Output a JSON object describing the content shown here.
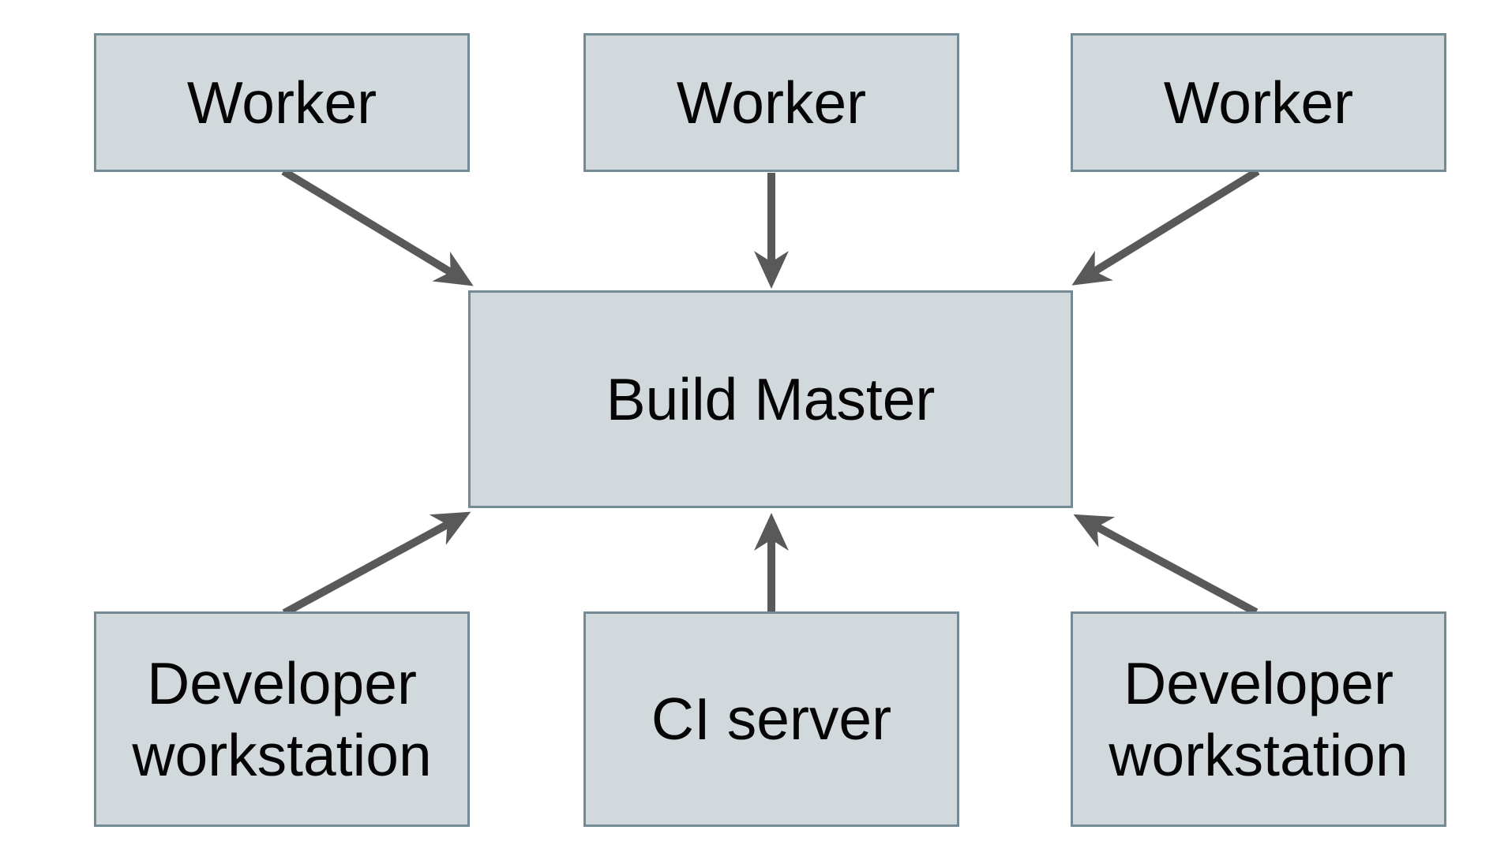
{
  "diagram": {
    "type": "architecture-diagram",
    "colors": {
      "background": "#ffffff",
      "node_fill": "#d2d9dc",
      "node_border": "#748b96",
      "arrow": "#595959",
      "text": "#050505"
    },
    "nodes": [
      {
        "id": "worker-1",
        "label": "Worker"
      },
      {
        "id": "worker-2",
        "label": "Worker"
      },
      {
        "id": "worker-3",
        "label": "Worker"
      },
      {
        "id": "build-master",
        "label": "Build Master"
      },
      {
        "id": "developer-workstation-left",
        "label": "Developer workstation"
      },
      {
        "id": "ci-server",
        "label": "CI server"
      },
      {
        "id": "developer-workstation-right",
        "label": "Developer workstation"
      }
    ],
    "edges": [
      {
        "from": "worker-1",
        "to": "build-master"
      },
      {
        "from": "worker-2",
        "to": "build-master"
      },
      {
        "from": "worker-3",
        "to": "build-master"
      },
      {
        "from": "developer-workstation-left",
        "to": "build-master"
      },
      {
        "from": "ci-server",
        "to": "build-master"
      },
      {
        "from": "developer-workstation-right",
        "to": "build-master"
      }
    ]
  },
  "nodes": [
    {
      "label": "Worker"
    },
    {
      "label": "Worker"
    },
    {
      "label": "Worker"
    },
    {
      "label": "Build Master"
    },
    {
      "label": "Developer workstation"
    },
    {
      "label": "CI server"
    },
    {
      "label": "Developer workstation"
    }
  ]
}
